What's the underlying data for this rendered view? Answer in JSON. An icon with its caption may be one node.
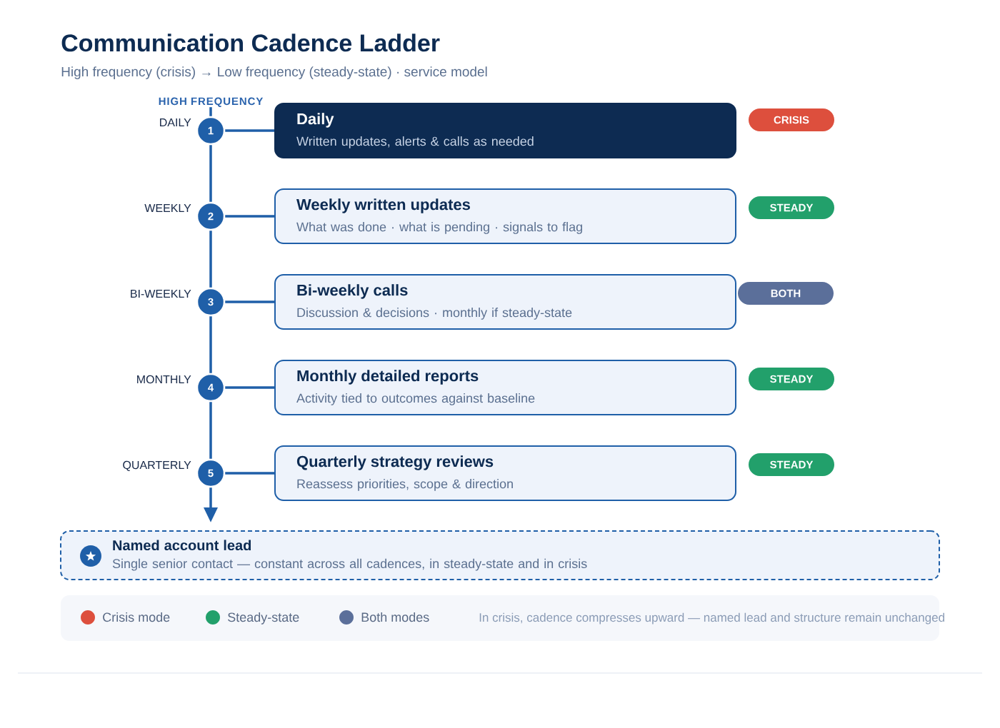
{
  "diagram": {
    "title": "Communication Cadence Ladder",
    "nodes": [
      {
        "text": [
          "HIGH FREQUENCY"
        ]
      },
      {
        "text": [
          "1"
        ],
        "beside": [
          "DAILY"
        ]
      },
      {
        "text": [
          "Daily",
          "Written updates, alerts & calls as needed"
        ]
      },
      {
        "text": [
          "CRISIS"
        ]
      },
      {
        "text": [
          "2"
        ],
        "beside": [
          "WEEKLY"
        ]
      },
      {
        "text": [
          "Weekly written updates",
          "What was done · what is pending · signals to flag"
        ]
      },
      {
        "text": [
          "STEADY"
        ]
      },
      {
        "text": [
          "3"
        ],
        "beside": [
          "BI-WEEKLY"
        ]
      },
      {
        "text": [
          "Bi-weekly calls",
          "Discussion & decisions · monthly if steady-state"
        ]
      },
      {
        "text": [
          "BOTH"
        ]
      },
      {
        "text": [
          "4"
        ],
        "beside": [
          "MONTHLY"
        ]
      },
      {
        "text": [
          "Monthly detailed reports",
          "Activity tied to outcomes against baseline"
        ]
      },
      {
        "text": [
          "STEADY"
        ]
      },
      {
        "text": [
          "5"
        ],
        "beside": [
          "QUARTERLY"
        ]
      },
      {
        "text": [
          "Quarterly strategy reviews",
          "Reassess priorities, scope & direction"
        ]
      },
      {
        "text": [
          "STEADY"
        ]
      },
      {
        "text": [
          "Named account lead",
          "Single senior contact — constant across all cadences, in steady-state and in crisis"
        ]
      }
    ],
    "edges": [
      {
        "from": 0,
        "to": 1,
        "arrow": "none"
      },
      {
        "from": 1,
        "to": 2,
        "arrow": "none"
      },
      {
        "from": 1,
        "to": 4,
        "arrow": "none"
      },
      {
        "from": 4,
        "to": 5,
        "arrow": "none"
      },
      {
        "from": 4,
        "to": 7,
        "arrow": "none"
      },
      {
        "from": 7,
        "to": 8,
        "arrow": "none"
      },
      {
        "from": 7,
        "to": 10,
        "arrow": "none"
      },
      {
        "from": 10,
        "to": 11,
        "arrow": "none"
      },
      {
        "from": 10,
        "to": 13,
        "arrow": "none"
      },
      {
        "from": 13,
        "to": 14,
        "arrow": "none"
      },
      {
        "from": 13,
        "to": 16,
        "arrow": "to"
      }
    ],
    "labels": [
      "High frequency (crisis) → Low frequency (steady-state) · service model",
      "In crisis, cadence compresses upward — named lead and structure remain unchanged"
    ],
    "legend": [
      {
        "text": "Crisis mode",
        "color": "#dd4f3d"
      },
      {
        "text": "Steady-state",
        "color": "#22a06b"
      },
      {
        "text": "Both modes",
        "color": "#5b6f9a"
      }
    ]
  }
}
